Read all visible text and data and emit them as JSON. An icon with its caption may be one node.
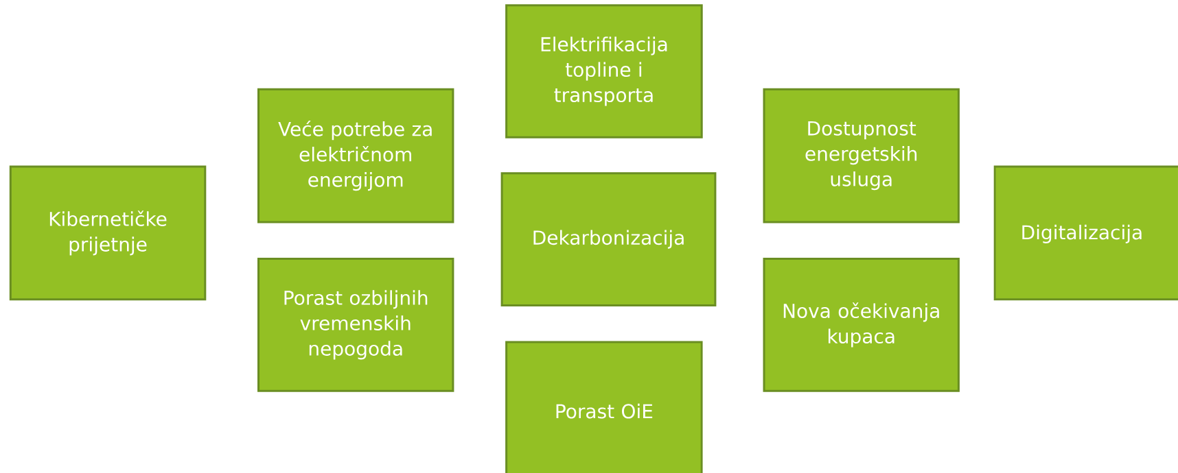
{
  "diagram": {
    "nodes": [
      {
        "text": [
          "Kibernetičke prijetnje"
        ]
      },
      {
        "text": [
          "Veće potrebe za električnom energijom"
        ]
      },
      {
        "text": [
          "Porast ozbiljnih vremenskih nepogoda"
        ]
      },
      {
        "text": [
          "Elektrifikacija topline i transporta"
        ]
      },
      {
        "text": [
          "Dekarbonizacija"
        ]
      },
      {
        "text": [
          "Porast OiE"
        ]
      },
      {
        "text": [
          "Dostupnost energetskih usluga"
        ]
      },
      {
        "text": [
          "Nova očekivanja kupaca"
        ]
      },
      {
        "text": [
          "Digitalizacija"
        ]
      }
    ]
  }
}
